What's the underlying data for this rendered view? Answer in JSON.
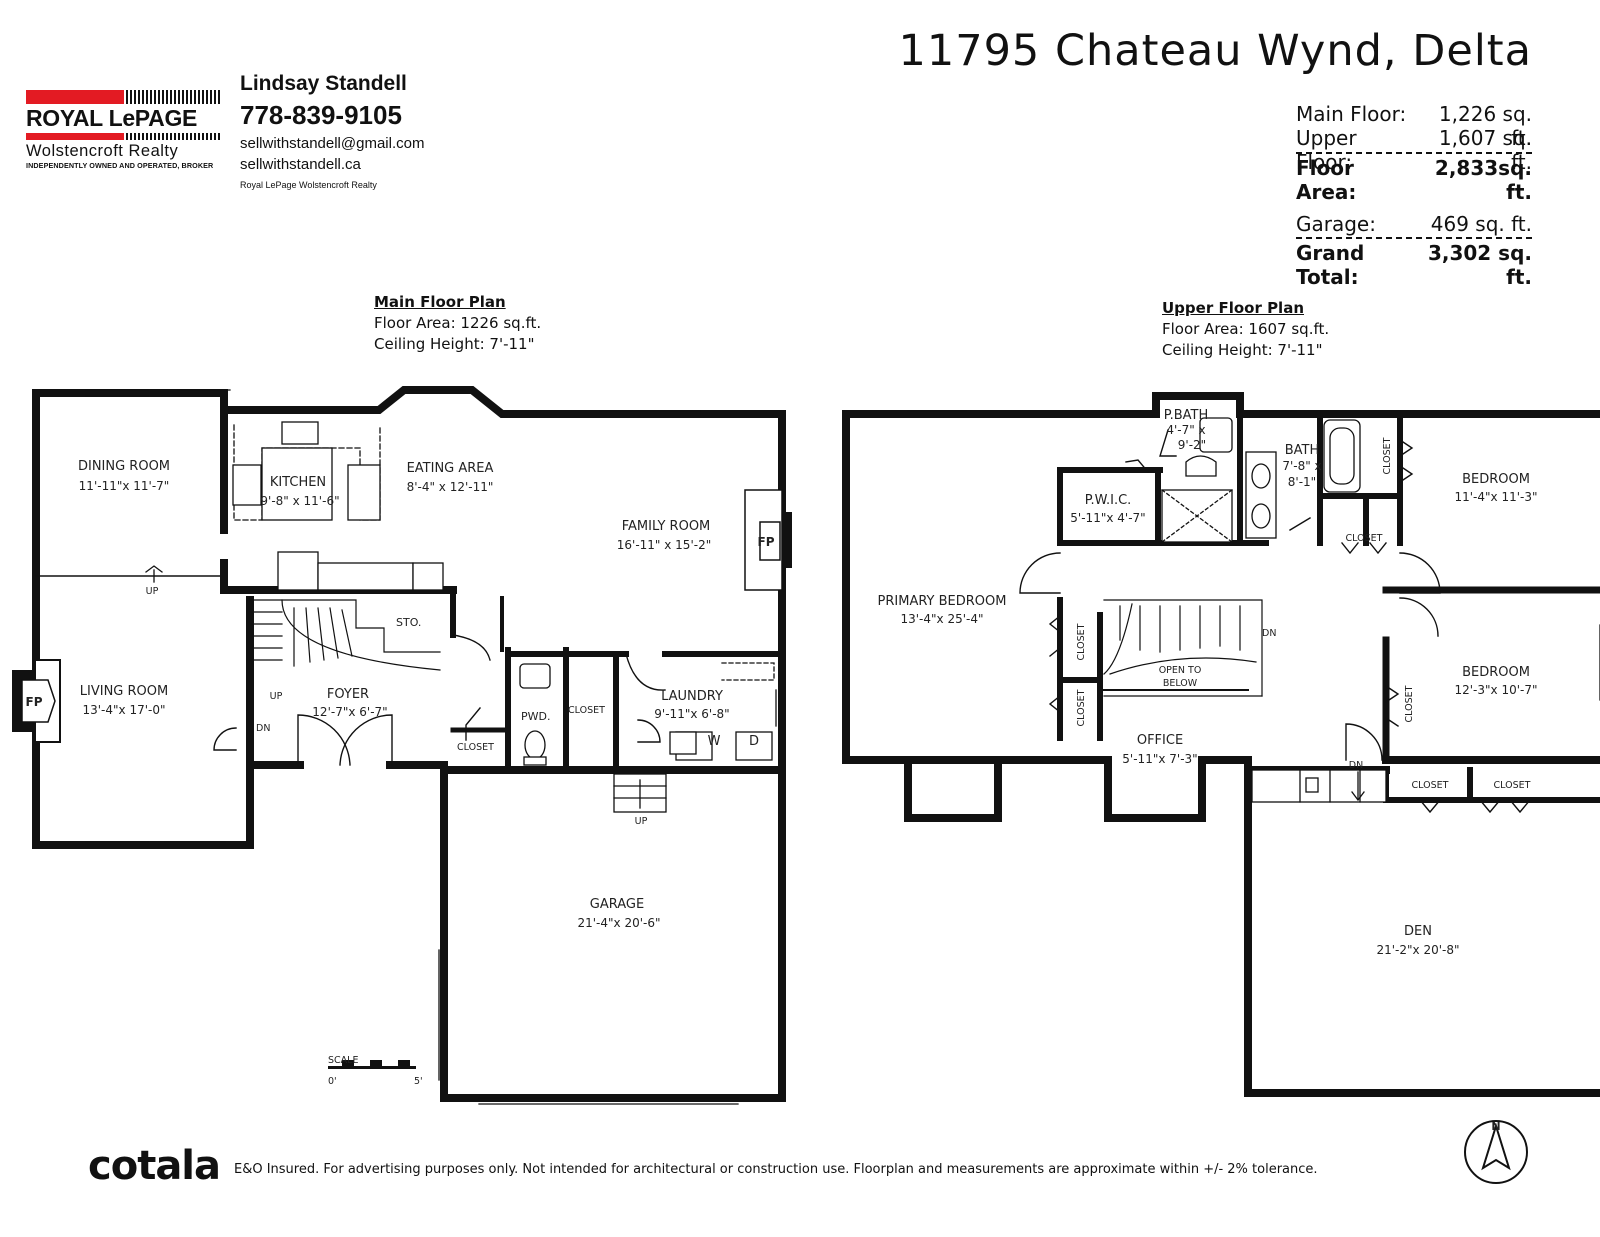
{
  "address": "11795 Chateau Wynd, Delta",
  "areas": [
    {
      "label": "Main Floor:",
      "value": "1,226 sq. ft.",
      "bold": false
    },
    {
      "label": "Upper Floor:",
      "value": "1,607 sq. ft.",
      "bold": false
    },
    {
      "label": "Floor Area:",
      "value": "2,833sq. ft.",
      "bold": true
    },
    {
      "label": "Garage:",
      "value": "469 sq. ft.",
      "bold": false
    },
    {
      "label": "Grand Total:",
      "value": "3,302 sq. ft.",
      "bold": true
    }
  ],
  "brand": {
    "name": "ROYAL LePAGE",
    "office": "Wolstencroft Realty",
    "tagline": "INDEPENDENTLY OWNED AND OPERATED, BROKER",
    "red": "#e31b23"
  },
  "agent": {
    "name": "Lindsay Standell",
    "phone": "778-839-9105",
    "email": "sellwithstandell@gmail.com",
    "website": "sellwithstandell.ca",
    "brokerage": "Royal LePage Wolstencroft Realty"
  },
  "main_plan": {
    "title": "Main Floor Plan",
    "area": "Floor Area: 1226 sq.ft.",
    "ceiling": "Ceiling Height: 7'-11\"",
    "rooms": {
      "dining": {
        "name": "DINING ROOM",
        "dim": "11'-11\"x 11'-7\""
      },
      "kitchen": {
        "name": "KITCHEN",
        "dim": "9'-8\" x 11'-6\""
      },
      "eating": {
        "name": "EATING AREA",
        "dim": "8'-4\" x 12'-11\""
      },
      "family": {
        "name": "FAMILY ROOM",
        "dim": "16'-11\" x 15'-2\""
      },
      "living": {
        "name": "LIVING ROOM",
        "dim": "13'-4\"x 17'-0\""
      },
      "foyer": {
        "name": "FOYER",
        "dim": "12'-7\"x 6'-7\""
      },
      "laundry": {
        "name": "LAUNDRY",
        "dim": "9'-11\"x 6'-8\""
      },
      "garage": {
        "name": "GARAGE",
        "dim": "21'-4\"x 20'-6\""
      }
    },
    "small": {
      "sto": "STO.",
      "pwd": "PWD.",
      "closet1": "CLOSET",
      "closet2": "CLOSET",
      "fp_living": "FP",
      "fp_family": "FP",
      "up1": "UP",
      "up2": "UP",
      "up3": "UP",
      "dn": "DN",
      "washer": "W",
      "dryer": "D"
    }
  },
  "upper_plan": {
    "title": "Upper Floor Plan",
    "area": "Floor Area: 1607 sq.ft.",
    "ceiling": "Ceiling Height: 7'-11\"",
    "rooms": {
      "primary": {
        "name": "PRIMARY BEDROOM",
        "dim": "13'-4\"x 25'-4\""
      },
      "pwic": {
        "name": "P.W.I.C.",
        "dim": "5'-11\"x 4'-7\""
      },
      "pbath": {
        "name": "P.BATH",
        "dim1": "4'-7\" x",
        "dim2": "9'-2\""
      },
      "bath": {
        "name": "BATH",
        "dim1": "7'-8\" x",
        "dim2": "8'-1\""
      },
      "bed1": {
        "name": "BEDROOM",
        "dim": "11'-4\"x 11'-3\""
      },
      "bed2": {
        "name": "BEDROOM",
        "dim": "12'-3\"x 10'-7\""
      },
      "office": {
        "name": "OFFICE",
        "dim": "5'-11\"x 7'-3\""
      },
      "den": {
        "name": "DEN",
        "dim": "21'-2\"x 20'-8\""
      }
    },
    "small": {
      "open_to1": "OPEN TO",
      "open_to2": "BELOW",
      "dn1": "DN",
      "dn2": "DN",
      "closet_a": "CLOSET",
      "closet_b": "CLOSET",
      "closet_c": "CLOSET",
      "closet_d": "CLOSET",
      "closet_e": "CLOSET",
      "closet_f": "CLOSET",
      "closet_g": "CLOSET"
    }
  },
  "scale": {
    "label": "SCALE",
    "min": "0'",
    "max": "5'"
  },
  "compass": {
    "north": "N"
  },
  "footer": {
    "logo": "cotala",
    "disclaimer": "E&O Insured. For advertising purposes only. Not intended for architectural or construction use. Floorplan and measurements are approximate within +/- 2% tolerance."
  }
}
